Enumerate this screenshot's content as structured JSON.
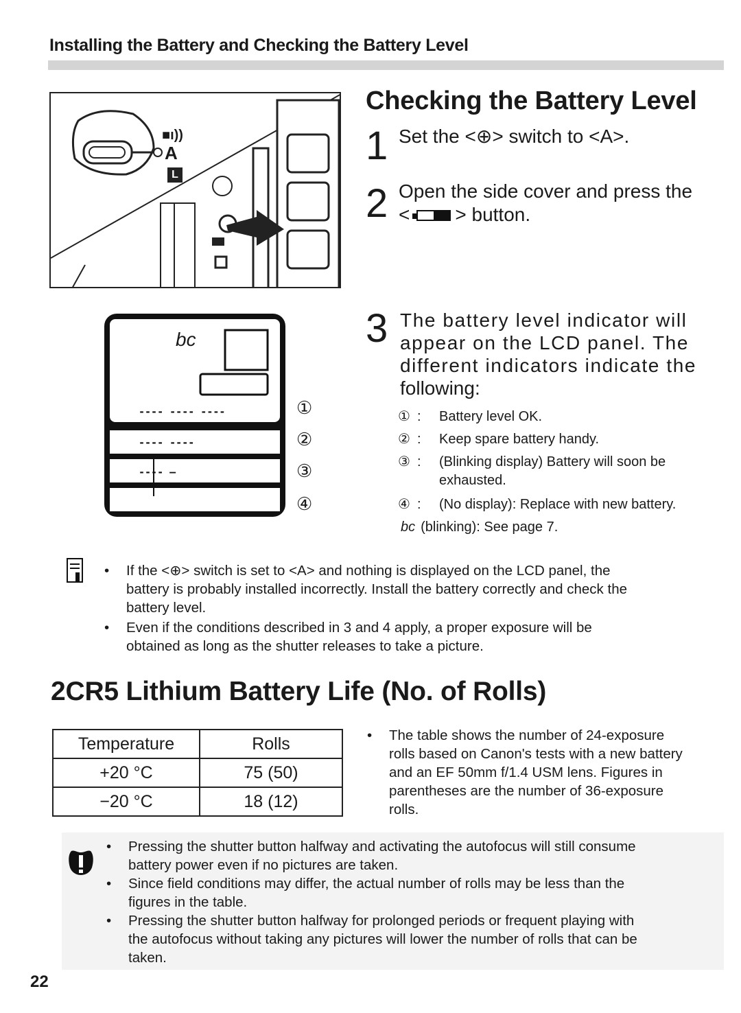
{
  "header": {
    "section_title": "Installing the Battery and Checking the Battery Level"
  },
  "battery_check": {
    "title": "Checking the Battery Level",
    "steps": [
      {
        "number": "1",
        "text": "Set the <⊕> switch to <A>."
      },
      {
        "number": "2",
        "line1": "Open the side cover and press the",
        "line2_prefix": "<",
        "line2_suffix": "> button."
      },
      {
        "number": "3",
        "lines": [
          "The battery level indicator will",
          "appear on the LCD panel. The",
          "different indicators indicate the",
          "following:"
        ]
      }
    ],
    "indicators": [
      {
        "marker": "①",
        "sep": ":",
        "text": "Battery level OK."
      },
      {
        "marker": "②",
        "sep": ":",
        "text": "Keep spare battery handy."
      },
      {
        "marker": "③",
        "sep": ":",
        "text": "(Blinking display) Battery will soon be",
        "text2": "exhausted."
      },
      {
        "marker": "④",
        "sep": ":",
        "text": "(No display): Replace with new battery."
      }
    ],
    "bc_note": {
      "code": "bc",
      "text": "(blinking): See page 7."
    },
    "lcd_figure": {
      "bc_label": "bc",
      "markers": [
        "①",
        "②",
        "③",
        "④"
      ]
    },
    "camera_figure": {
      "mode_a": "A",
      "mode_l": "L"
    }
  },
  "notes": {
    "bullet": "•",
    "items": [
      [
        "If the <⊕> switch is set to <A> and nothing is displayed on the LCD panel, the",
        "battery is probably installed incorrectly. Install the battery correctly and check the",
        "battery level."
      ],
      [
        "Even if the conditions described in 3 and 4 apply, a proper exposure will be",
        "obtained as long as the shutter releases to take a picture."
      ]
    ]
  },
  "battery_life": {
    "title": "2CR5 Lithium Battery Life (No. of Rolls)",
    "table": {
      "headers": [
        "Temperature",
        "Rolls"
      ],
      "rows": [
        [
          "+20 °C",
          "75 (50)"
        ],
        [
          "−20 °C",
          "18 (12)"
        ]
      ]
    },
    "note_lines": [
      "The table shows the number of 24-exposure",
      "rolls based on Canon's tests with a new battery",
      "and an EF 50mm f/1.4 USM lens. Figures in",
      "parentheses are the number of 36-exposure",
      "rolls."
    ]
  },
  "cautions": {
    "items": [
      [
        "Pressing the shutter button halfway and activating the autofocus will still consume",
        "battery power even if no pictures are taken."
      ],
      [
        "Since field conditions may differ, the actual number of rolls may be less than the",
        "figures in the table."
      ],
      [
        "Pressing the shutter button halfway for prolonged periods or frequent playing with",
        "the autofocus without taking any pictures will lower the number of rolls that can be",
        "taken."
      ]
    ]
  },
  "page_number": "22"
}
